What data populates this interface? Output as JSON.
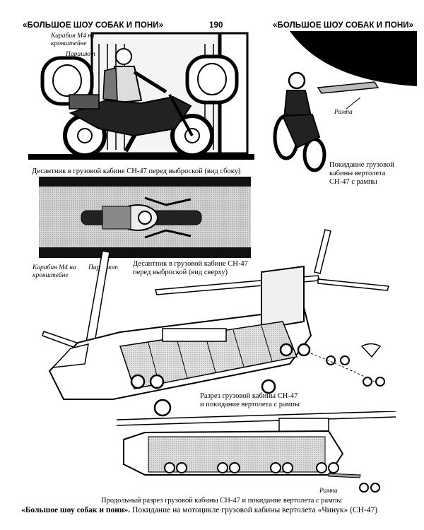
{
  "header": {
    "left_title": "«БОЛЬШОЕ ШОУ СОБАК И ПОНИ»",
    "page_number": "190",
    "right_title": "«БОЛЬШОЕ ШОУ СОБАК И ПОНИ»"
  },
  "figures": {
    "side_view": {
      "label_carbine": [
        "Карабин М4 на",
        "кронштейне"
      ],
      "label_parachute": "Парашют",
      "caption": "Десантник в грузовой кабине СН-47 перед выброской (вид сбоку)"
    },
    "ramp_exit": {
      "label_ramp": "Рампа",
      "caption": [
        "Покидание грузовой",
        "кабины вертолета",
        "СН-47 с рампы"
      ]
    },
    "top_view": {
      "label_carbine": [
        "Карабин М4 на",
        "кронштейне"
      ],
      "label_parachute": "Парашют",
      "caption": [
        "Десантник в грузовой кабине СН-47",
        "перед выброской (вид сверху)"
      ]
    },
    "cutaway": {
      "caption": [
        "Разрез грузовой кабины СН-47",
        "и покидание вертолета с рампы"
      ]
    },
    "longitudinal": {
      "label_ramp": "Рампа",
      "caption": [
        "Продольный разрез грузовой кабины СН-47 и покидание вертолета с рампы"
      ]
    }
  },
  "footer": {
    "bold": "«Большое шоу собак и пони».",
    "text": " Покидание на мотоцикле грузовой кабины вертолета «Чинук» (СН-47)"
  }
}
